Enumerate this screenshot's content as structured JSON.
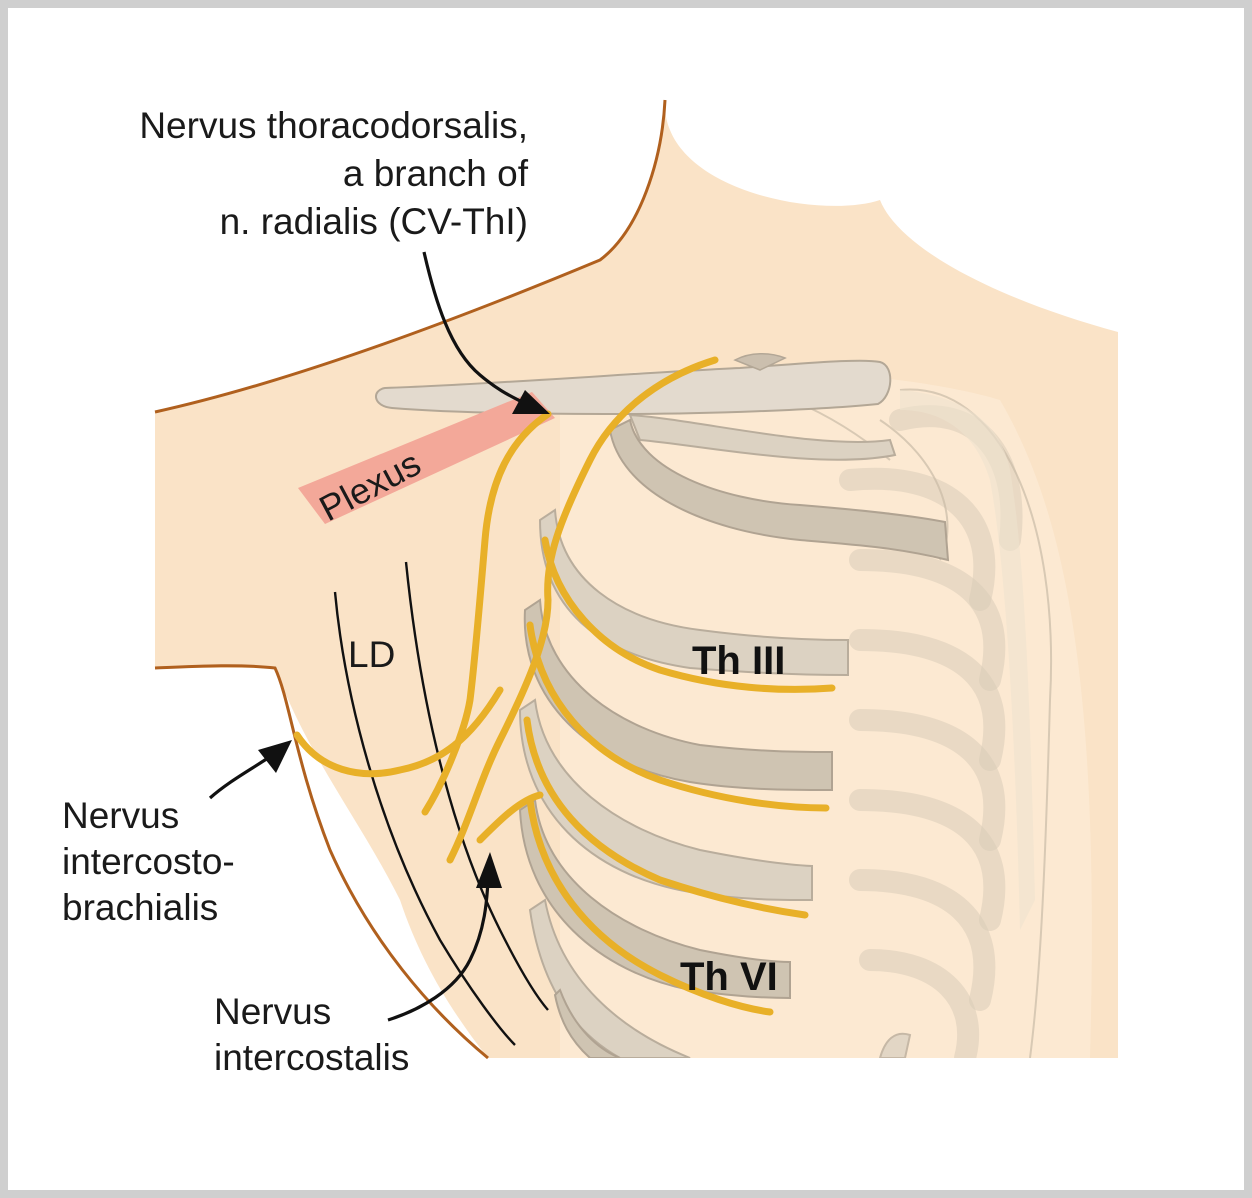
{
  "labels": {
    "thoracodorsal": [
      "Nervus thoracodorsalis,",
      "a branch of",
      "n. radialis (CV-ThI)"
    ],
    "plexus": "Plexus",
    "ld": "LD",
    "th3": "Th III",
    "th6": "Th VI",
    "intercostobrachialis": [
      "Nervus",
      "intercosto-",
      "brachialis"
    ],
    "intercostalis": [
      "Nervus",
      "intercostalis"
    ]
  },
  "colors": {
    "skin": "#fae3c7",
    "skin_outline": "#b0601e",
    "nerve": "#e8b028",
    "plexus_band": "#f3a899",
    "bone": "#dcd2c2",
    "frame": "#cfcfcf"
  }
}
